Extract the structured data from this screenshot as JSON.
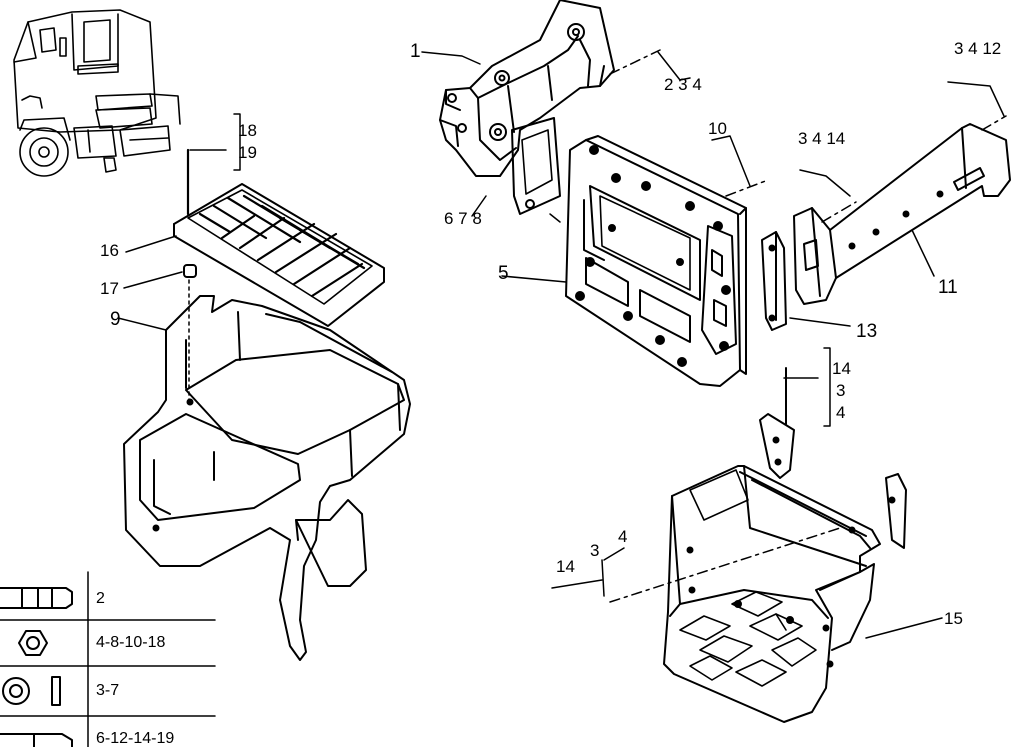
{
  "diagram": {
    "callouts": {
      "c1": "1",
      "c2_3_4": "2 3 4",
      "c3_4_12": "3 4 12",
      "c10": "10",
      "c3_4_14_top": "3 4 14",
      "c678": "6 7 8",
      "c5": "5",
      "c11": "11",
      "c13": "13",
      "c16": "16",
      "c17": "17",
      "c9": "9",
      "c18": "18",
      "c19": "19",
      "c14_mid": "14",
      "c3_mid": "3",
      "c4_mid": "4",
      "c14_low": "14",
      "c3_low": "3",
      "c4_low": "4",
      "c15": "15"
    }
  },
  "legend": {
    "rows": [
      {
        "icon": "bolt-icon",
        "text": "2"
      },
      {
        "icon": "nut-icon",
        "text": "4-8-10-18"
      },
      {
        "icon": "washer-icon",
        "text": "3-7"
      },
      {
        "icon": "screw-icon",
        "text": "6-12-14-19"
      }
    ]
  }
}
